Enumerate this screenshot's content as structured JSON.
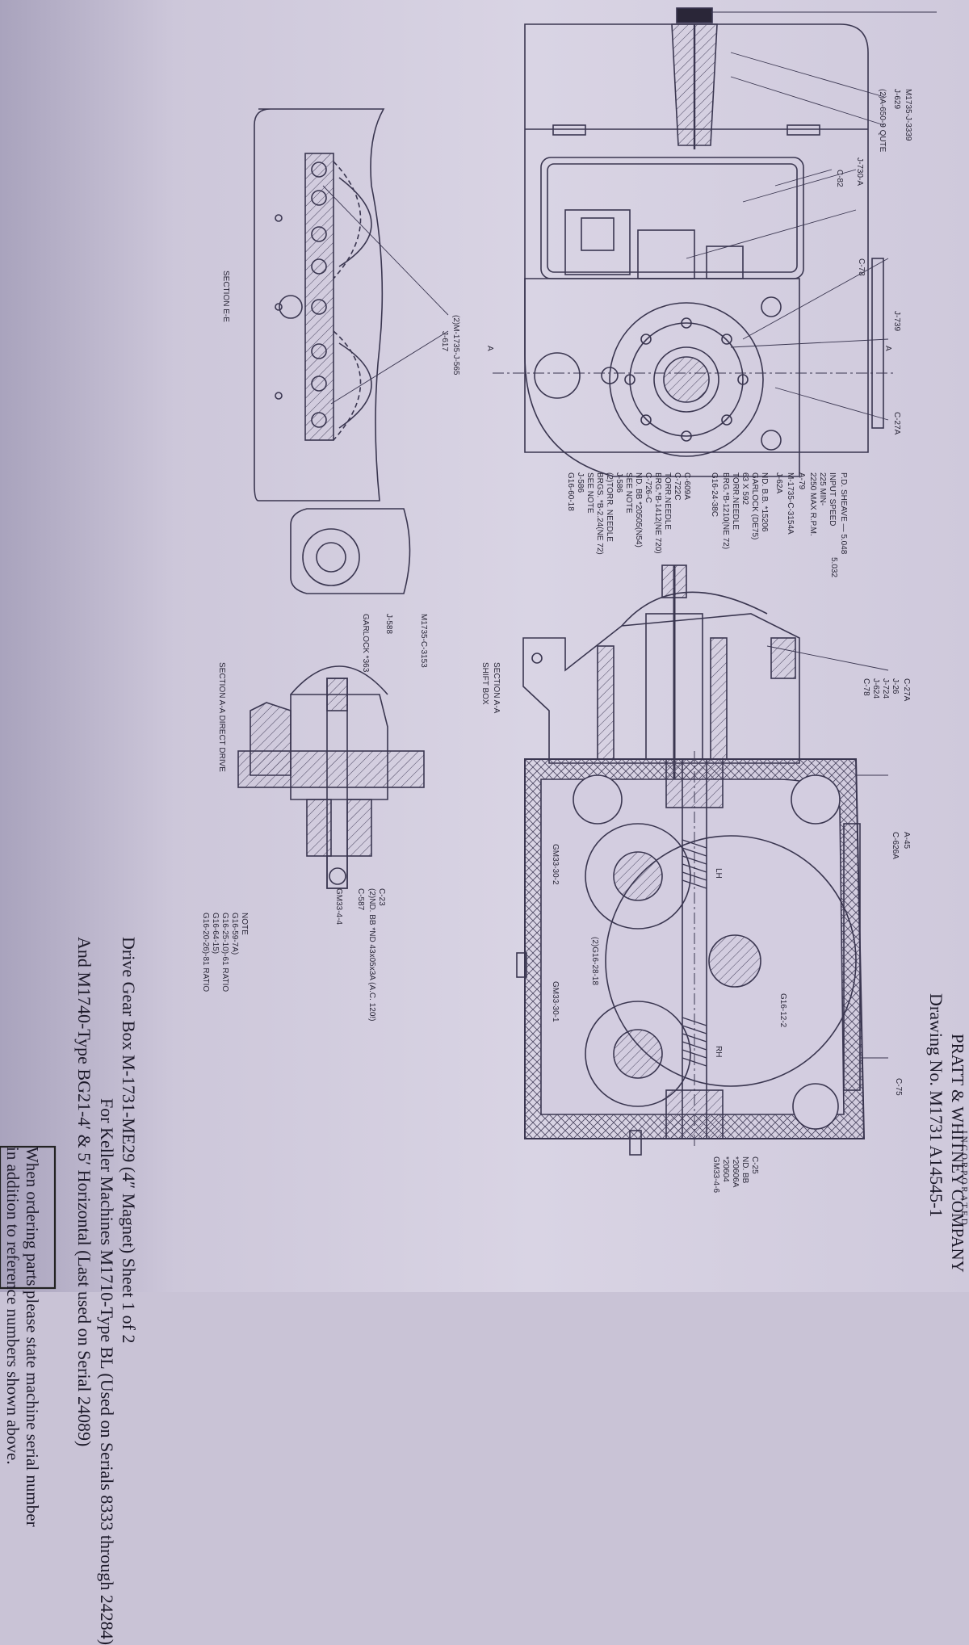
{
  "caption": {
    "title": "Drive Gear Box M-1731-ME29 (4″ Magnet) Sheet 1 of 2",
    "line2": "For Keller Machines M1710-Type BL (Used on Serials 8333 through 24284)",
    "line3": "And M1740-Type BG21-4′ & 5′ Horizontal (Last used on Serial 24089)"
  },
  "ordering_note": {
    "line1": "When ordering parts please state machine serial number",
    "line2": "in addition to reference numbers shown above."
  },
  "title_block": {
    "drawing_no": "Drawing No. M1731 A14545-1",
    "company": "PRATT & WHITNEY COMPANY",
    "company_sub": "INCORPORATED"
  },
  "sections": {
    "ee": "SECTION E-E",
    "aa_shift": "SECTION A-A",
    "aa_shift_sub": "SHIFT BOX",
    "aa_direct": "SECTION A-A DIRECT DRIVE"
  },
  "note": {
    "title": "NOTE",
    "lines": [
      "G16-59-7A)",
      "G16-25-10)-61 RATIO",
      "G16-64-15)",
      "G16-20-26)-81 RATIO"
    ]
  },
  "callouts_main": {
    "m1735_j339": "M1735-J-3339",
    "j629": "J-629",
    "dia650": "(2)A-650-9 QUTE",
    "j730a": "J-730-A",
    "c82": "C-82",
    "c78": "C-78",
    "j739": "J-739",
    "c27a": "C-27A",
    "a_left": "A",
    "a_right": "A"
  },
  "callouts_input": {
    "pd_sheave": "P.D. SHEAVE — 5.048",
    "pd_sheave2": "5.032",
    "input_speed": "INPUT SPEED",
    "min": "225 MIN-",
    "max": "2250 MAX R.P.M.",
    "a79": "A-79",
    "m1735_c3154a": "M-1735-C-3154A",
    "j62a": "J-62A"
  },
  "callouts_left_list": [
    "ND. B.B. *15206",
    "GARLOCK (DE75)",
    "63 X 592",
    "TORR.NEEDLE",
    "BRG.*B-1210(NE 72)",
    "G16-24-38C",
    "C-609A",
    "C-722C",
    "TORR.NEEDLE",
    "BRG.*B-1412(NE 720)",
    "C-726-C",
    "ND. BB *20505(N54)",
    "SEE NOTE",
    "J-586",
    "(2)TORR. NEEDLE",
    "BRGS. *B-2.24(NE 72)",
    "SEE NOTE",
    "J-586",
    "G16-60-18"
  ],
  "callouts_shift_right": [
    "C-27A",
    "J-26",
    "J-724",
    "J-624",
    "C-78"
  ],
  "callouts_gearbox": {
    "a45": "A-45",
    "c626a": "C-626A",
    "c75": "C-75",
    "lh": "LH",
    "rh": "RH",
    "gm33_30_2": "GM33-30-2",
    "gm16_28_18": "(2)G16-28-18",
    "gm33_30_1": "GM33-30-1",
    "g16_12_2": "G16-12-2",
    "bottom": [
      "C-25",
      "ND. BB",
      "*20606A",
      "*20604",
      "GM33-4-6"
    ]
  },
  "callouts_ee": {
    "m1735_j565": "(2)M-1735-J-565",
    "j617": "J-617"
  },
  "callouts_direct": {
    "m1735_c3153": "M1735-C-3153",
    "j588": "J-588",
    "garlock": "GARLOCK *363",
    "c23": "C-23",
    "ndbb": "(2)ND. BB *ND 43x05x3A (A.C. 120!)",
    "c587": "C-587",
    "gm33_4_4": "GM33-4-4"
  },
  "colors": {
    "paper": "#d9d4e4",
    "ink": "#1d1a2a",
    "line": "#3a3650"
  }
}
